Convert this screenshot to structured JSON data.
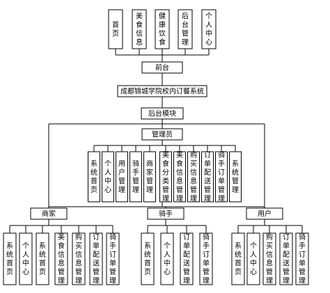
{
  "frontend": {
    "pages": [
      "首页",
      "美食信息",
      "健康饮食",
      "后台管理",
      "个人中心"
    ],
    "label": "前台"
  },
  "system": {
    "title": "成都锦城学院校内订餐系统"
  },
  "backend": {
    "label": "后台模块"
  },
  "admin": {
    "label": "管理员",
    "items": [
      "系统首页",
      "个人中心",
      "用户管理",
      "骑手管理",
      "商家管理",
      "美食分类管理",
      "美食信息管理",
      "购买信息管理",
      "订单配送管理",
      "骑手订单管理",
      "系统管理"
    ]
  },
  "roles": [
    {
      "label": "商家",
      "items": [
        "系统首页",
        "个人中心",
        "系统首页",
        "美食信息管理",
        "购买信息管理",
        "订单配送管理",
        "骑手订单管理"
      ]
    },
    {
      "label": "骑手",
      "items": [
        "系统首页",
        "个人中心",
        "订单配送管理",
        "骑手订单管理"
      ]
    },
    {
      "label": "用户",
      "items": [
        "系统首页",
        "个人中心",
        "购买信息管理",
        "订单配送管理",
        "骑手订单管理"
      ]
    }
  ]
}
